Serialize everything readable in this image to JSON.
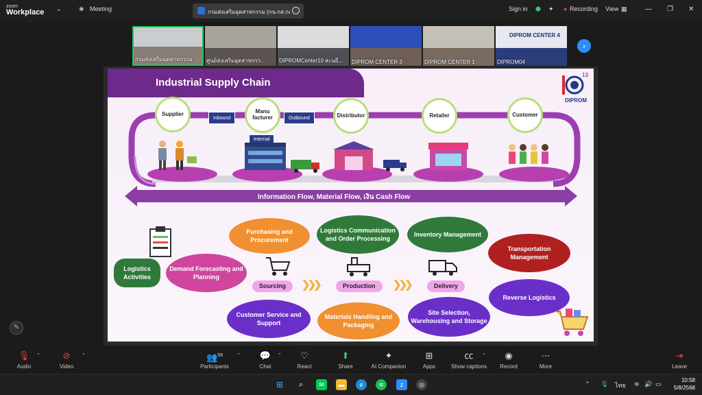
{
  "titlebar": {
    "brand_small": "zoom",
    "brand_big": "Workplace",
    "meeting_label": "Meeting",
    "tab_title": "กรมส่งเสริมอุตสาหกรรม (กน.กส.กสอ.)",
    "sign_in": "Sign in",
    "recording": "Recording",
    "view": "View"
  },
  "participants_strip": [
    {
      "label": "กรมส่งเสริมอุตสาหกรรม"
    },
    {
      "label": "ศูนย์ส่งเสริมอุตสาหกรร..."
    },
    {
      "label": "DIPROMCenter10 สะนยี..."
    },
    {
      "label": "DIPROM CENTER 3"
    },
    {
      "label": "DIPROM CENTER 1"
    },
    {
      "label": "DIPROM04"
    }
  ],
  "thumb_banner": "DIPROM CENTER 4",
  "slide": {
    "title": "Industrial Supply Chain",
    "page_number": "13",
    "logo_text": "DIPROM",
    "nodes": [
      "Supplier",
      "Manu facturer",
      "Distributor",
      "Retailer",
      "Customer"
    ],
    "tags": {
      "inbound": "Inbound",
      "outbound": "Outbound",
      "internal": "Internal"
    },
    "flow_text": "Information Flow, Material Flow, เงิน Cash Flow",
    "activities": "Logistics Activities",
    "bubbles": {
      "demand": "Demand Forecasting and Planning",
      "purchasing": "Purchasing and Procurement",
      "communication": "Logistics Communication and Order Processing",
      "inventory": "Inventory Management",
      "transportation": "Transportation Management",
      "reverse": "Reverse Logistics",
      "customer_service": "Customer Service and Support",
      "materials": "Materials Handling and Packaging",
      "site": "Site Selection, Warehousing and Storage"
    },
    "stages": [
      "Sourcing",
      "Production",
      "Delivery"
    ]
  },
  "toolbar": {
    "audio": "Audio",
    "video": "Video",
    "participants": "Participants",
    "participants_count": "59",
    "chat": "Chat",
    "react": "React",
    "share": "Share",
    "ai": "AI Companion",
    "apps": "Apps",
    "captions": "Show captions",
    "record": "Record",
    "more": "More",
    "leave": "Leave"
  },
  "taskbar": {
    "lang": "ไทย",
    "time": "10:58",
    "date": "5/8/2568"
  },
  "colors": {
    "accent": "#2d8cff",
    "slide_purple": "#6d2a8a",
    "orange": "#f09030",
    "green": "#2f7a3a",
    "red": "#b02020",
    "violet": "#6a2fc9"
  }
}
